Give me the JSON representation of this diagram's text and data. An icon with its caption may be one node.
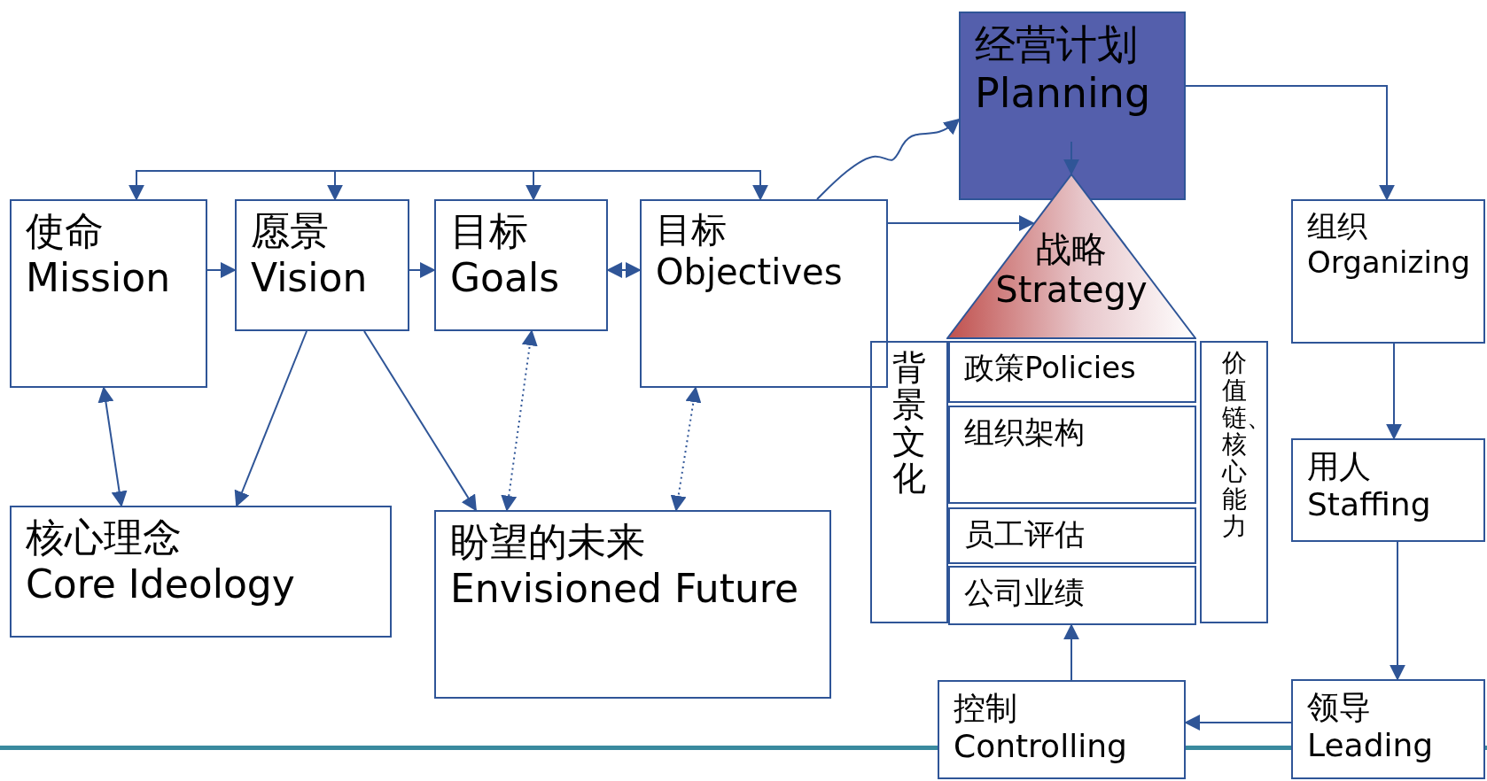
{
  "diagram": {
    "nodes": [
      {
        "text": [
          "使命",
          "Mission"
        ]
      },
      {
        "text": [
          "愿景",
          "Vision"
        ]
      },
      {
        "text": [
          "目标",
          "Goals"
        ]
      },
      {
        "text": [
          "目标",
          "Objectives"
        ]
      },
      {
        "text": [
          "经营计划",
          "Planning"
        ]
      },
      {
        "text": [
          "战略",
          "Strategy"
        ]
      },
      {
        "text": [
          "背景文化"
        ]
      },
      {
        "text": [
          "政策Policies"
        ]
      },
      {
        "text": [
          "组织架构"
        ]
      },
      {
        "text": [
          "员工评估"
        ]
      },
      {
        "text": [
          "公司业绩"
        ]
      },
      {
        "text": [
          "价值链、核心能力"
        ]
      },
      {
        "text": [
          "组织",
          "Organizing"
        ]
      },
      {
        "text": [
          "用人",
          "Staffing"
        ]
      },
      {
        "text": [
          "领导",
          "Leading"
        ]
      },
      {
        "text": [
          "控制",
          "Controlling"
        ]
      },
      {
        "text": [
          "核心理念",
          "Core Ideology"
        ]
      },
      {
        "text": [
          "盼望的未来",
          "Envisioned Future"
        ]
      }
    ],
    "edges": [
      {
        "from": 0,
        "to": 1,
        "arrow": "to"
      },
      {
        "from": 1,
        "to": 2,
        "arrow": "to"
      },
      {
        "from": 2,
        "to": 3,
        "arrow": "both"
      },
      {
        "from": null,
        "to": 0,
        "arrow": "to"
      },
      {
        "from": null,
        "to": 1,
        "arrow": "to"
      },
      {
        "from": null,
        "to": 2,
        "arrow": "to"
      },
      {
        "from": null,
        "to": 3,
        "arrow": "to"
      },
      {
        "from": 0,
        "to": 16,
        "arrow": "both"
      },
      {
        "from": 1,
        "to": 16,
        "arrow": "to"
      },
      {
        "from": 1,
        "to": 17,
        "arrow": "to"
      },
      {
        "from": 2,
        "to": 17,
        "arrow": "both",
        "style": "dashed"
      },
      {
        "from": 3,
        "to": 17,
        "arrow": "both",
        "style": "dashed"
      },
      {
        "from": 3,
        "to": 4,
        "arrow": "to"
      },
      {
        "from": 3,
        "to": 5,
        "arrow": "to"
      },
      {
        "from": 4,
        "to": 5,
        "arrow": "to"
      },
      {
        "from": 4,
        "to": 12,
        "arrow": "to"
      },
      {
        "from": 12,
        "to": 13,
        "arrow": "to"
      },
      {
        "from": 13,
        "to": 14,
        "arrow": "to"
      },
      {
        "from": 14,
        "to": 15,
        "arrow": "to"
      },
      {
        "from": 15,
        "to": 10,
        "arrow": "to"
      }
    ]
  }
}
